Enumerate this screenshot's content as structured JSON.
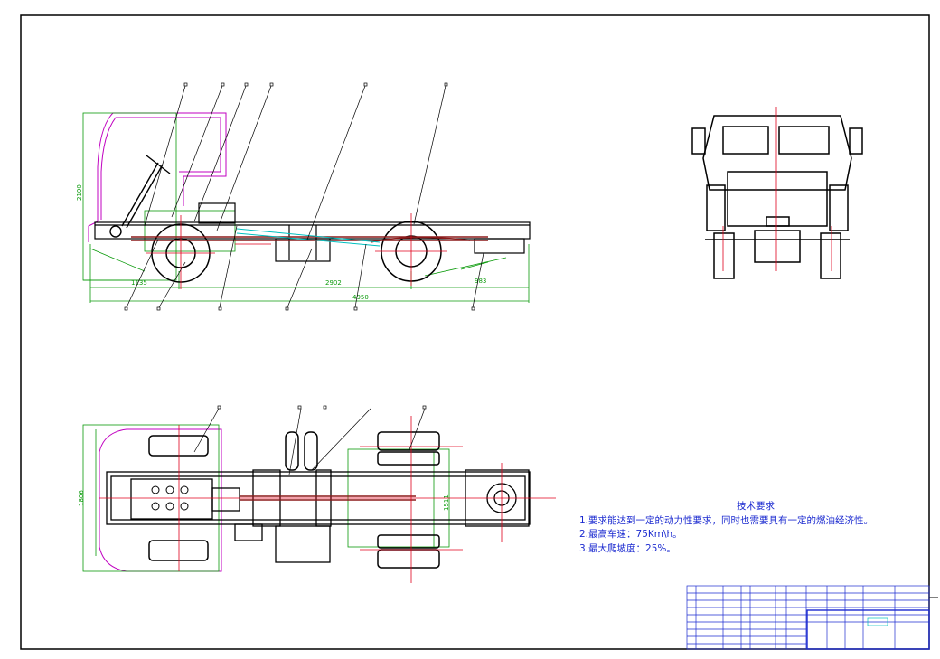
{
  "side_view": {
    "dimensions": {
      "height": "2100",
      "front_overhang": "1135",
      "wheelbase": "2902",
      "overall_length": "4950",
      "rear_overhang": "983"
    }
  },
  "top_view": {
    "dimensions": {
      "front_width": "1806",
      "rear_track": "1511"
    }
  },
  "technical_requirements": {
    "title": "技术要求",
    "items": [
      "1.要求能达到一定的动力性要求，同时也需要具有一定的燃油经济性。",
      "2.最高车速：75Km\\h。",
      "3.最大爬坡度：25%。"
    ]
  },
  "colors": {
    "outline": "#000000",
    "dimension": "#0a9a0a",
    "centerline": "#e0001b",
    "cab": "#c000c0",
    "notes": "#1c2bd0",
    "highlight": "#00c0c0"
  }
}
